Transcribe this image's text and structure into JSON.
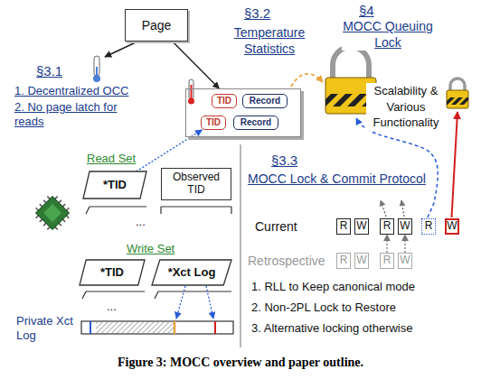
{
  "diagram": {
    "caption": "Figure 3: MOCC overview and paper outline.",
    "nodes": [
      {
        "text": [
          "Page"
        ]
      },
      {
        "text": []
      },
      {
        "text": [
          "TID"
        ],
        "in": 1
      },
      {
        "text": [
          "Record"
        ],
        "in": 1
      },
      {
        "text": [
          "TID"
        ],
        "in": 1
      },
      {
        "text": [
          "Record"
        ],
        "in": 1
      },
      {
        "text": [
          "*TID"
        ]
      },
      {
        "text": [
          "Observed TID"
        ]
      },
      {
        "text": [
          "*TID"
        ]
      },
      {
        "text": [
          "*Xct Log"
        ]
      },
      {
        "text": [
          "R"
        ]
      },
      {
        "text": [
          "W"
        ]
      },
      {
        "text": [
          "R"
        ]
      },
      {
        "text": [
          "W"
        ]
      },
      {
        "text": [
          "R"
        ]
      },
      {
        "text": [
          "W"
        ]
      },
      {
        "text": [
          "R"
        ]
      },
      {
        "text": [
          "W"
        ]
      },
      {
        "text": [
          "R"
        ]
      },
      {
        "text": [
          "W"
        ]
      }
    ],
    "edges": [
      {
        "from": 0,
        "to": 1,
        "arrow": "to"
      },
      {
        "from": 6,
        "to": 4,
        "arrow": "to"
      },
      {
        "from": 18,
        "to": 12,
        "arrow": "to"
      },
      {
        "from": 19,
        "to": 13,
        "arrow": "to"
      }
    ],
    "labels": [
      "§3.2",
      "Temperature Statistics",
      "§4",
      "MOCC Queuing Lock",
      "§3.1",
      "1. Decentralized OCC",
      "2. No page latch for reads",
      "Scalability & Various Functionality",
      "Read Set",
      "...",
      "Write Set",
      "...",
      "Private Xct Log",
      "§3.3",
      "MOCC Lock & Commit Protocol",
      "Current",
      "Retrospective",
      "1. RLL to Keep canonical mode",
      "2. Non-2PL Lock to Restore",
      "3. Alternative locking otherwise"
    ]
  }
}
